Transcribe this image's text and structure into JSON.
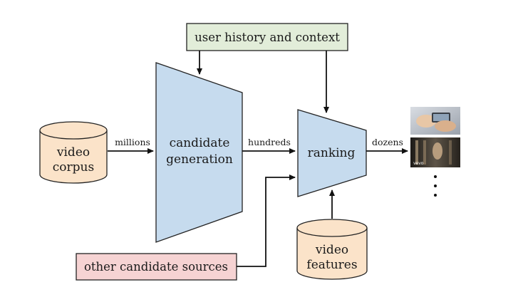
{
  "nodes": {
    "user_history": {
      "label": "user history and context",
      "color": "#e2edd9"
    },
    "other_sources": {
      "label": "other candidate sources",
      "color": "#f6d3d3"
    },
    "video_corpus": {
      "line1": "video",
      "line2": "corpus",
      "color": "#fbe3c9"
    },
    "candidate_generation": {
      "line1": "candidate",
      "line2": "generation",
      "color": "#c6dbee"
    },
    "ranking": {
      "label": "ranking",
      "color": "#c6dbee"
    },
    "video_features": {
      "line1": "video",
      "line2": "features",
      "color": "#fbe3c9"
    }
  },
  "edges": {
    "millions": "millions",
    "hundreds": "hundreds",
    "dozens": "dozens"
  },
  "thumbnails": {
    "second_watermark": "vevo"
  }
}
